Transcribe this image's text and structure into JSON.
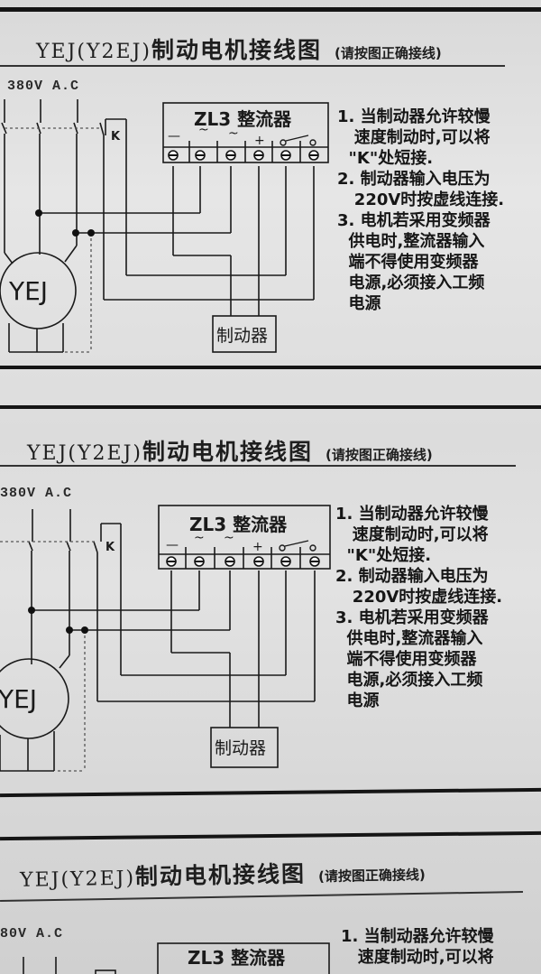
{
  "sheet": {
    "title_latin": "YEJ(Y2EJ)",
    "title_cn": "制动电机接线图",
    "hint": "(请按图正确接线)",
    "supply_label": "380V A.C",
    "rectifier_label": "ZL3 整流器",
    "terminal_symbols": [
      "−",
      "~",
      "~",
      "+",
      "○‒○",
      "○"
    ],
    "switch_label": "K",
    "motor_label": "YEJ",
    "brake_label": "制动器",
    "notes": [
      "1. 当制动器允许较慢",
      "   速度制动时,可以将",
      "  \"K\"处短接.",
      "2. 制动器输入电压为",
      "   220V时按虚线连接.",
      "3. 电机若采用变频器",
      "  供电时,整流器输入",
      "  端不得使用变频器",
      "  电源,必须接入工频",
      "  电源"
    ]
  },
  "copies": [
    {
      "label": "diagram-copy-1",
      "supply_label": "380V A.C"
    },
    {
      "label": "diagram-copy-2",
      "supply_label": "380V A.C"
    },
    {
      "label": "diagram-copy-3",
      "supply_label": "80V A.C"
    }
  ]
}
